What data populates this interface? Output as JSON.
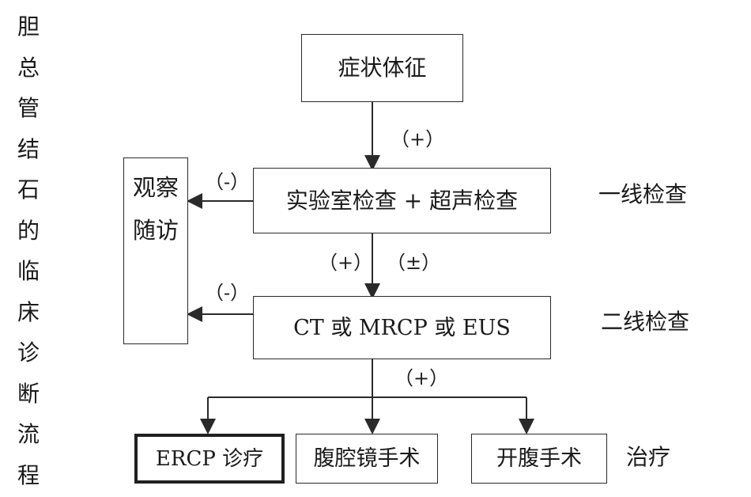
{
  "diagram": {
    "vertical_title": "胆总管结石的临床诊断流程",
    "nodes": {
      "symptoms": "症状体征",
      "first_line_check": "实验室检查 + 超声检查",
      "second_line_check": "CT 或 MRCP 或 EUS",
      "observation": "观察随访",
      "ercp": "ERCP 诊疗",
      "laparoscopic": "腹腔镜手术",
      "open_surgery": "开腹手术"
    },
    "side_labels": {
      "first_line": "一线检查",
      "second_line": "二线检查",
      "treatment": "治疗"
    },
    "edge_labels": {
      "positive_1": "（+）",
      "negative_1": "（-）",
      "positive_2": "（+）",
      "equivocal_2": "（±）",
      "negative_2": "（-）",
      "positive_3": "（+）"
    }
  }
}
